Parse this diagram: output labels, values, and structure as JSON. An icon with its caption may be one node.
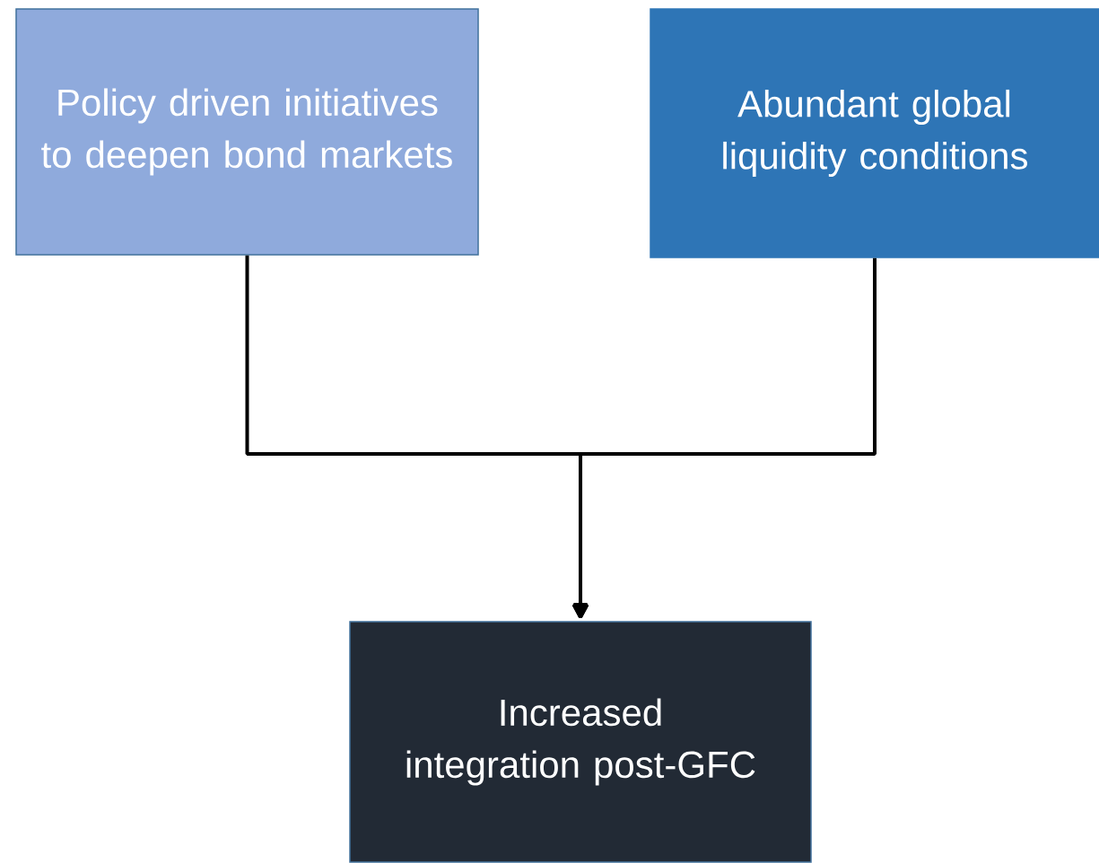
{
  "diagram": {
    "nodes": [
      {
        "text": [
          "Policy driven initiatives to deepen bond markets"
        ]
      },
      {
        "text": [
          "Abundant global liquidity conditions"
        ]
      },
      {
        "text": [
          "Increased integration post-GFC"
        ]
      }
    ],
    "edges": [
      {
        "from": 0,
        "to": 2,
        "arrow": "to"
      },
      {
        "from": 1,
        "to": 2,
        "arrow": "to"
      }
    ]
  }
}
